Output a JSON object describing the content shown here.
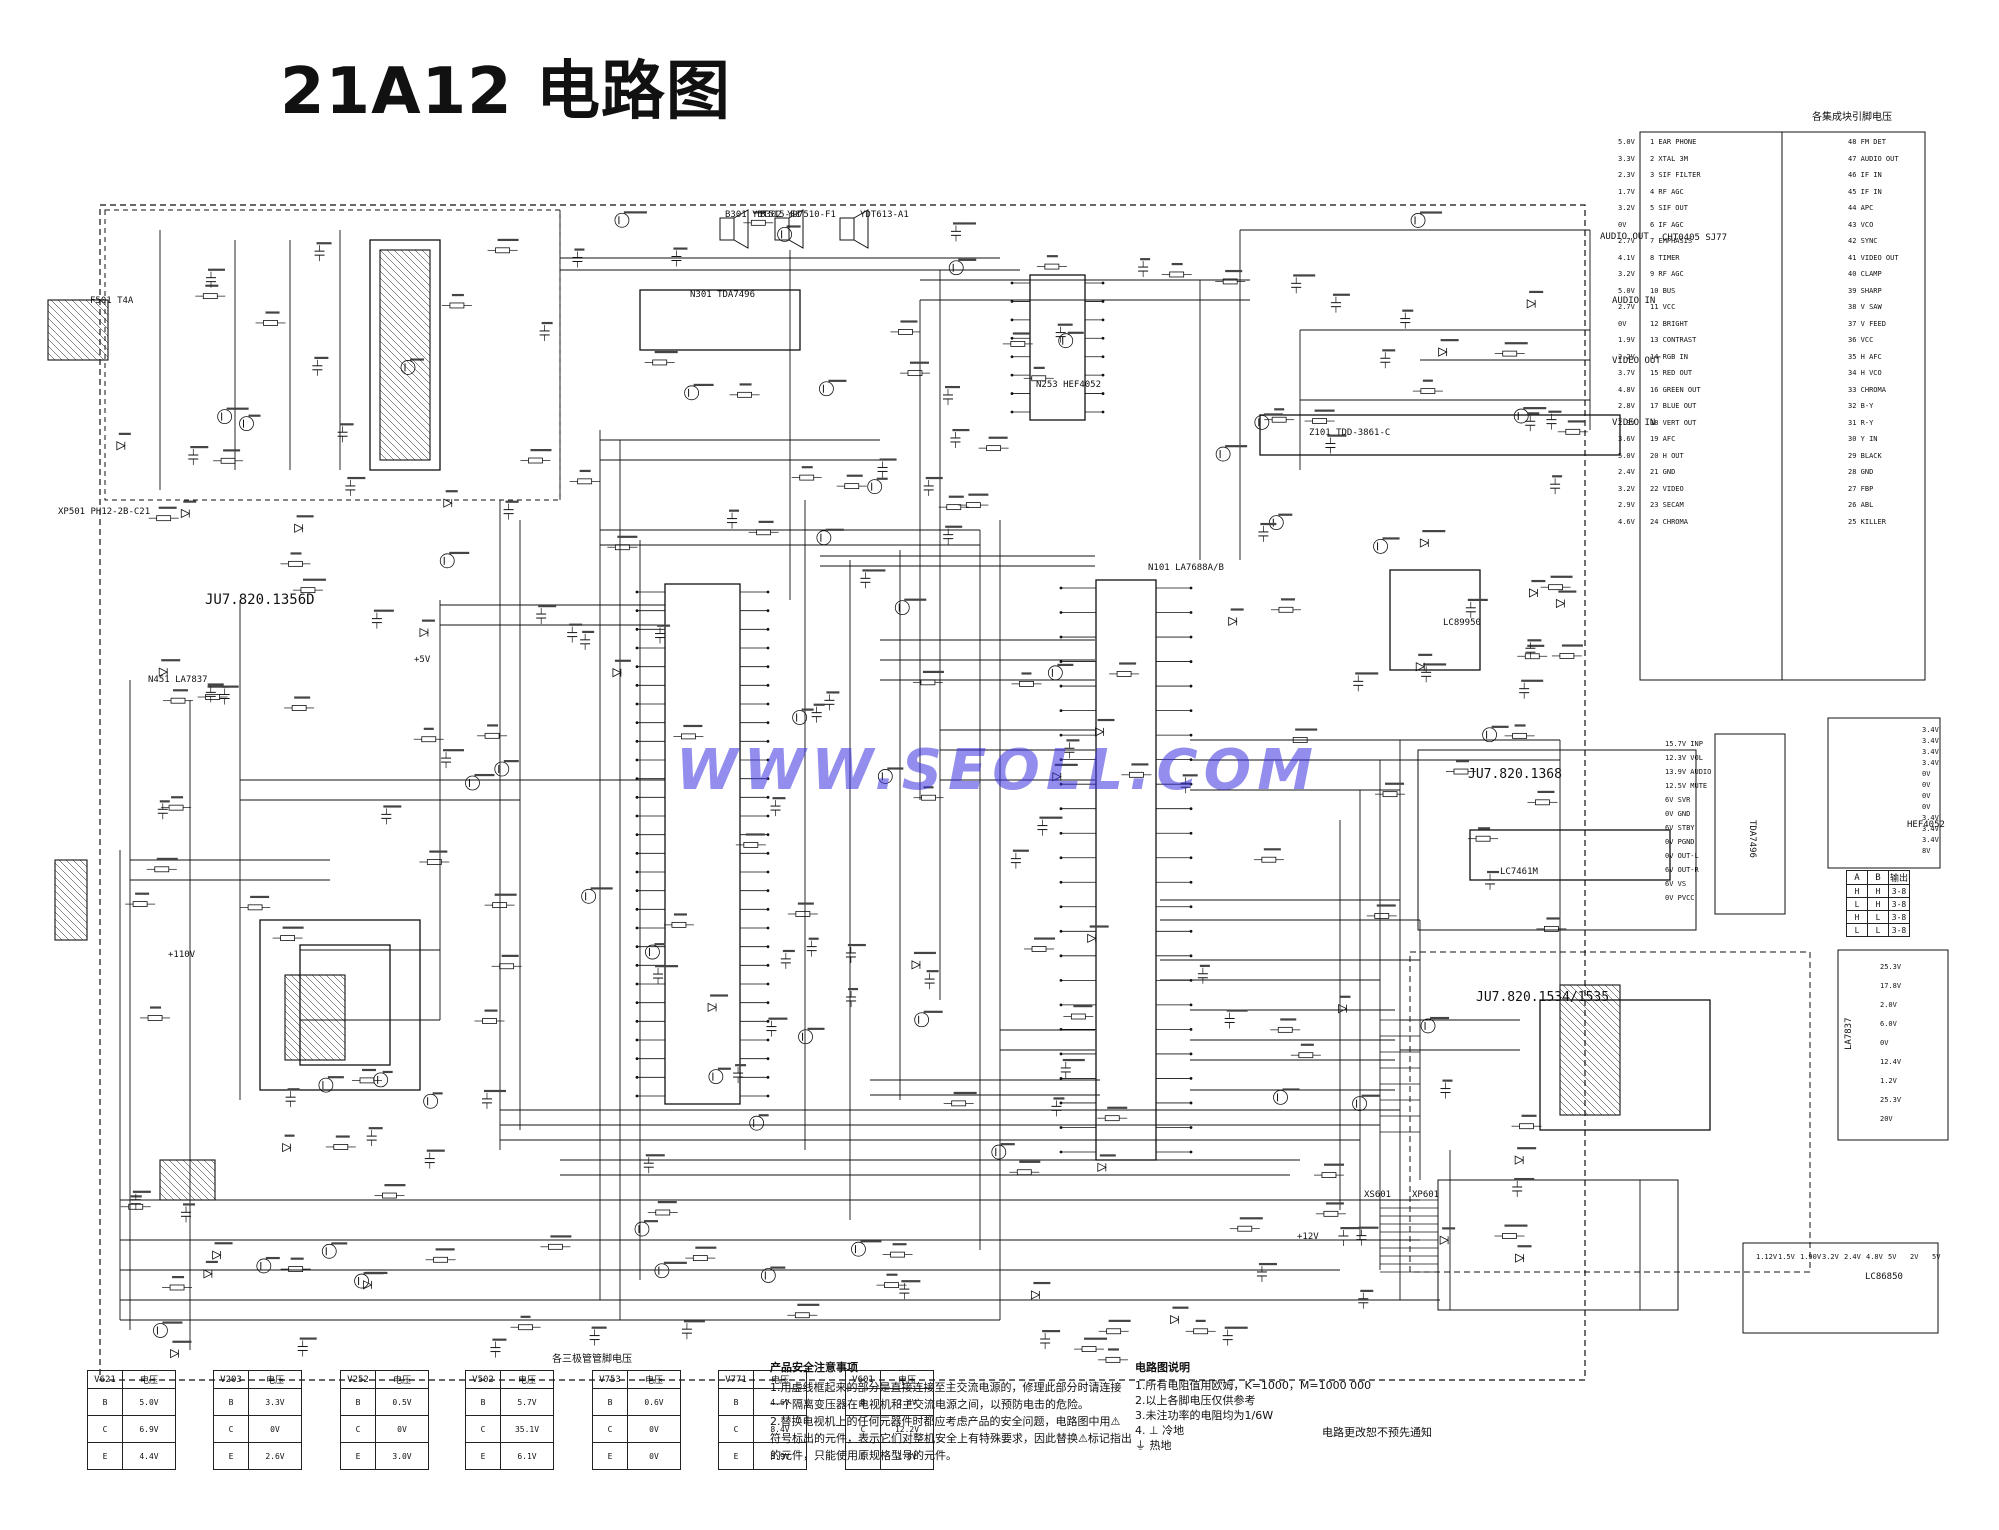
{
  "title": "21A12 电路图",
  "watermark": "WWW.SEOLL.COM",
  "boards": {
    "main": "JU7.820.1356D",
    "b1368": "JU7.820.1368",
    "b1534": "JU7.820.1534/1535"
  },
  "ic_labels": {
    "n101": "N101 LA7688A/B",
    "cht0405": "CHT0405 SJ77",
    "n301": "N301 TDA7496",
    "n451": "N451 LA7837",
    "z101": "Z101 TDD-3861-C",
    "n253": "N253 HEF4052",
    "lc89950": "LC89950",
    "lc7461m": "LC7461M",
    "tda7496_side": "TDA7496",
    "hef4052_side": "HEF4052",
    "la7837_side": "LA7837",
    "lc86850": "LC86850"
  },
  "headings": {
    "top_right": "各集成块引脚电压",
    "transistor_table": "各三极管管脚电压",
    "safety": "产品安全注意事项",
    "notes": "电路图说明",
    "change_notice": "电路更改恕不预先通知"
  },
  "safety_lines": [
    "1.用虚线框起来的部分是直接连接至主交流电源的，修理此部分时请连接",
    "一个隔离变压器在电视机和主交流电源之间，以预防电击的危险。",
    "2.替换电视机上的任何元器件时都应考虑产品的安全问题，电路图中用⚠",
    "符号标出的元件，表示它们对整机安全上有特殊要求，因此替换⚠标记指出",
    "的元件，只能使用原规格型号的元件。"
  ],
  "note_lines": [
    "1.所有电阻值用欧姆，K=1000，M=1000 000",
    "2.以上各脚电压仅供参考",
    "3.未注功率的电阻均为1/6W",
    "4. ⊥  冷地",
    "    ⏚  热地"
  ],
  "transistor_tables": [
    {
      "name": "V621",
      "rows": [
        [
          "B",
          "5.0V"
        ],
        [
          "C",
          "6.9V"
        ],
        [
          "E",
          "4.4V"
        ]
      ]
    },
    {
      "name": "V203",
      "rows": [
        [
          "B",
          "3.3V"
        ],
        [
          "C",
          "0V"
        ],
        [
          "E",
          "2.6V"
        ]
      ]
    },
    {
      "name": "V252",
      "rows": [
        [
          "B",
          "0.5V"
        ],
        [
          "C",
          "0V"
        ],
        [
          "E",
          "3.0V"
        ]
      ]
    },
    {
      "name": "V502",
      "rows": [
        [
          "B",
          "5.7V"
        ],
        [
          "C",
          "35.1V"
        ],
        [
          "E",
          "6.1V"
        ]
      ]
    },
    {
      "name": "V753",
      "rows": [
        [
          "B",
          "0.6V"
        ],
        [
          "C",
          "0V"
        ],
        [
          "E",
          "0V"
        ]
      ]
    },
    {
      "name": "V771",
      "rows": [
        [
          "B",
          "4.6V"
        ],
        [
          "C",
          "8.4V"
        ],
        [
          "E",
          "3.9V"
        ]
      ]
    },
    {
      "name": "V601",
      "rows": [
        [
          "B",
          "2.4V"
        ],
        [
          "C",
          "12.2V"
        ],
        [
          "E",
          "1.8V"
        ]
      ]
    }
  ],
  "table_header": "电压",
  "la7688_pins_left": [
    "1 EAR PHONE",
    "2 XTAL 3M",
    "3 SIF FILTER",
    "4 RF AGC",
    "5 SIF OUT",
    "6 IF AGC",
    "7 EMPHASIS",
    "8 TIMER",
    "9 RF AGC",
    "10 BUS",
    "11 VCC",
    "12 BRIGHT",
    "13 CONTRAST",
    "14 RGB IN",
    "15 RED OUT",
    "16 GREEN OUT",
    "17 BLUE OUT",
    "18 VERT OUT",
    "19 AFC",
    "20 H OUT",
    "21 GND",
    "22 VIDEO",
    "23 SECAM",
    "24 CHROMA"
  ],
  "la7688_pins_right": [
    "48 FM DET",
    "47 AUDIO OUT",
    "46 IF IN",
    "45 IF IN",
    "44 APC",
    "43 VCO",
    "42 SYNC",
    "41 VIDEO OUT",
    "40 CLAMP",
    "39 SHARP",
    "38 V SAW",
    "37 V FEED",
    "36 VCC",
    "35 H AFC",
    "34 H VCO",
    "33 CHROMA",
    "32 B-Y",
    "31 R-Y",
    "30 Y IN",
    "29 BLACK",
    "28 GND",
    "27 FBP",
    "26 ABL",
    "25 KILLER"
  ],
  "right_pin_voltages": [
    "5.0V",
    "3.3V",
    "2.3V",
    "1.7V",
    "3.2V",
    "0V",
    "2.7V",
    "4.1V",
    "3.2V",
    "5.0V",
    "2.7V",
    "0V",
    "1.9V",
    "2.2V",
    "3.7V",
    "4.8V",
    "2.8V",
    "2.9V",
    "3.6V",
    "5.0V",
    "2.4V",
    "3.2V",
    "2.9V",
    "4.6V"
  ],
  "hef4052_voltages": [
    "3.4V",
    "3.4V",
    "3.4V",
    "3.4V",
    "0V",
    "0V",
    "0V",
    "0V",
    "3.4V",
    "3.4V",
    "3.4V",
    "8V"
  ],
  "la7837_voltages": [
    "25.3V",
    "17.8V",
    "2.0V",
    "6.0V",
    "0V",
    "12.4V",
    "1.2V",
    "25.3V",
    "20V"
  ],
  "lc86850_voltages": [
    "1.12V",
    "1.5V",
    "1.90V",
    "3.2V",
    "2.4V",
    "4.8V",
    "5V",
    "2V",
    "5V"
  ],
  "tda7496_pins": [
    "15.7V INP",
    "12.3V VOL",
    "13.9V AUDIO",
    "12.5V MUTE",
    "6V SVR",
    "0V GND",
    "6V STBY",
    "0V PGND",
    "0V OUT-L",
    "6V OUT-R",
    "6V VS",
    "0V PVCC"
  ],
  "mux_table": {
    "header": [
      "A",
      "B",
      "输出"
    ],
    "rows": [
      [
        "H",
        "H",
        "3-8"
      ],
      [
        "L",
        "H",
        "3-8"
      ],
      [
        "H",
        "L",
        "3-8"
      ],
      [
        "L",
        "L",
        "3-8"
      ]
    ]
  },
  "speakers": [
    "B301 YDT515-F1",
    "B302 YD7510-F1",
    "YDT613-A1"
  ],
  "misc_labels": {
    "power": "XP501 PH12-2B-C21",
    "tuner_out": "AUDIO OUT",
    "video_out": "VIDEO OUT",
    "audio_in": "AUDIO IN",
    "video_in": "VIDEO IN",
    "fuse": "F501 T4A",
    "xs601": "XS601",
    "xp601": "XP601",
    "v12": "+12V",
    "v110": "+110V",
    "v5": "+5V"
  }
}
